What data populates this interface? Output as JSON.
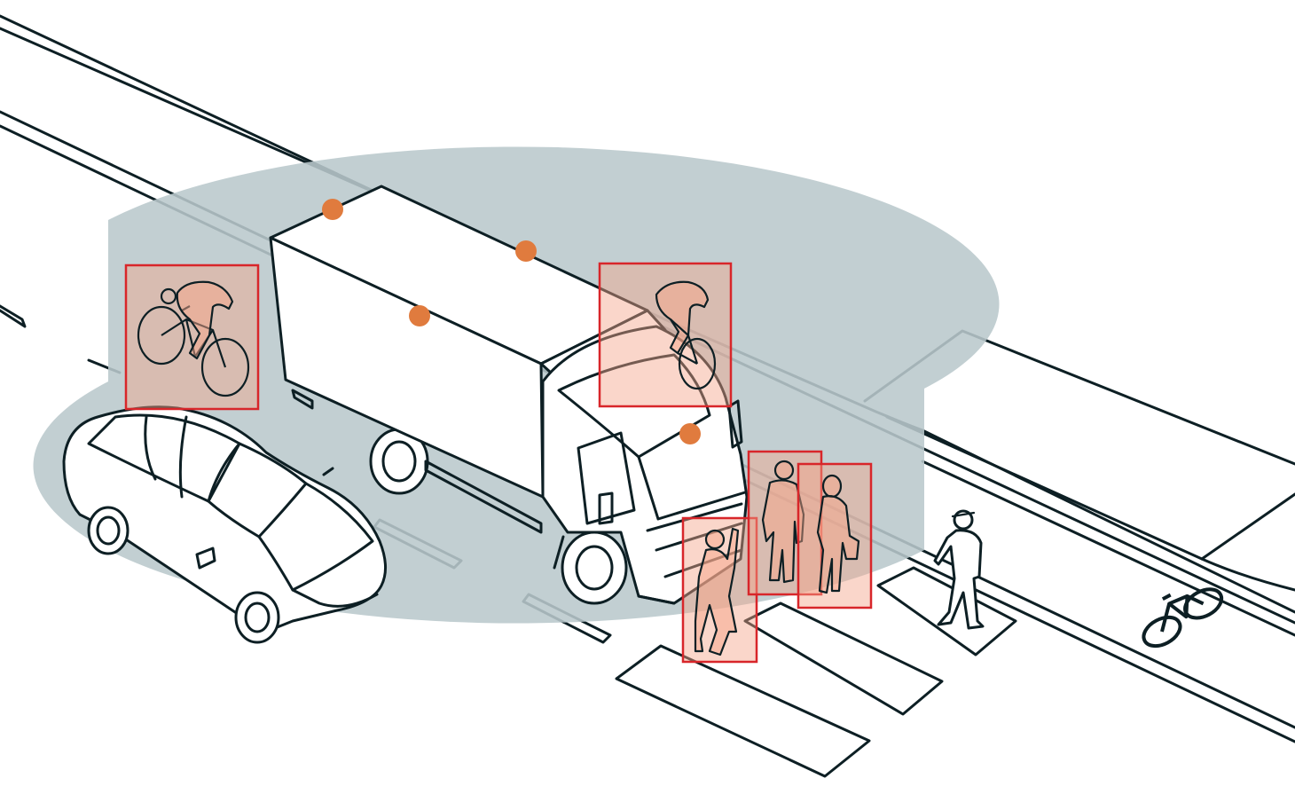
{
  "colors": {
    "background": "#ffffff",
    "line": "#0d1f24",
    "sensor_zone": "#b9c8cc",
    "sensor_dot": "#e07b3e",
    "detection_box": "#d8262a",
    "detection_fill": "#f5a58a"
  },
  "sensor_zone": {
    "shape": "cylinder"
  },
  "sensors": [
    {
      "id": "roof-front-left"
    },
    {
      "id": "roof-front-right"
    },
    {
      "id": "roof-middle"
    },
    {
      "id": "cab-front"
    }
  ],
  "detections": [
    {
      "id": "cyclist-left",
      "object": "cyclist"
    },
    {
      "id": "cyclist-right",
      "object": "cyclist"
    },
    {
      "id": "pedestrian-woman-front",
      "object": "pedestrian"
    },
    {
      "id": "pedestrian-man",
      "object": "pedestrian"
    },
    {
      "id": "pedestrian-woman-right",
      "object": "pedestrian"
    }
  ],
  "undetected": [
    {
      "id": "pedestrian-cap",
      "object": "pedestrian"
    }
  ],
  "icons": {
    "bike_lane": "bicycle-marking-icon",
    "truck": "box-truck-icon",
    "van": "minivan-icon"
  }
}
